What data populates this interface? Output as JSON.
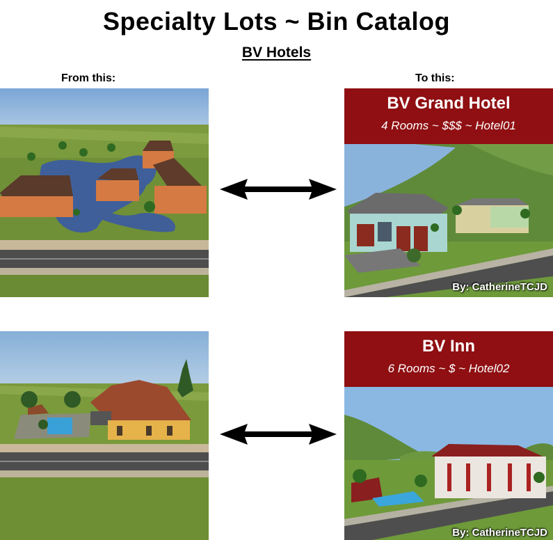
{
  "page": {
    "title": "Specialty Lots ~ Bin Catalog",
    "subtitle": "BV Hotels",
    "from_label": "From this:",
    "to_label": "To this:"
  },
  "lots": [
    {
      "name": "BV Grand Hotel",
      "info": "4 Rooms ~ $$$ ~ Hotel01",
      "credit": "By: CatherineTCJD"
    },
    {
      "name": "BV Inn",
      "info": "6 Rooms ~ $ ~ Hotel02",
      "credit": "By: CatherineTCJD"
    }
  ],
  "colors": {
    "banner": "#8f0f12",
    "sky": "#8fb6e0",
    "grass": "#7a9a3c",
    "road": "#555555",
    "arrow": "#000000"
  },
  "icons": {
    "arrow": "double-headed-arrow-icon"
  }
}
